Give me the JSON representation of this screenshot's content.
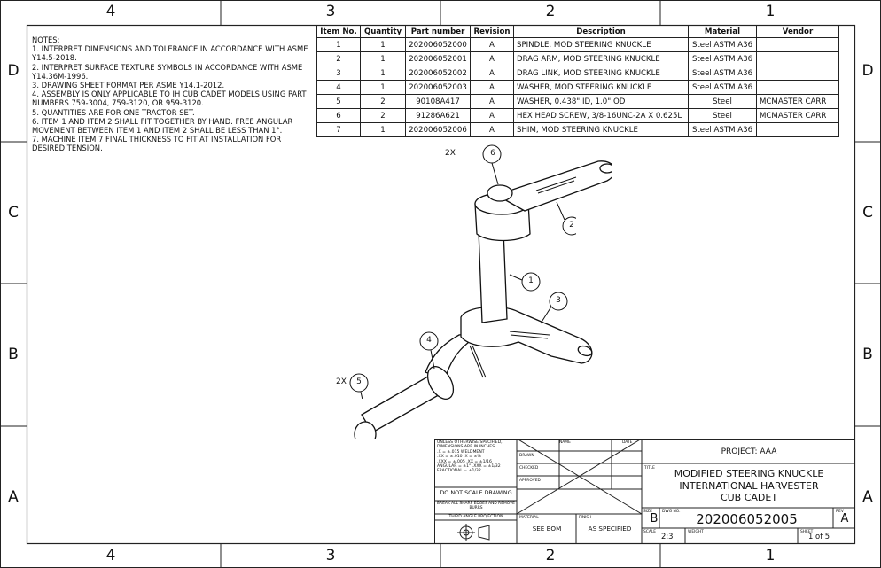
{
  "zones": {
    "columns": [
      "4",
      "3",
      "2",
      "1"
    ],
    "rows": [
      "D",
      "C",
      "B",
      "A"
    ]
  },
  "notes": {
    "heading": "NOTES:",
    "items": [
      "1.    INTERPRET DIMENSIONS AND TOLERANCE IN ACCORDANCE WITH ASME Y14.5-2018.",
      "2.    INTERPRET SURFACE TEXTURE SYMBOLS IN ACCORDANCE WITH ASME Y14.36M-1996.",
      "3.    DRAWING SHEET FORMAT PER ASME Y14.1-2012.",
      "4.    ASSEMBLY IS ONLY APPLICABLE TO IH CUB CADET MODELS USING PART NUMBERS 759-3004, 759-3120, OR 959-3120.",
      "5.    QUANTITIES ARE FOR ONE TRACTOR SET.",
      "6.    ITEM 1 AND ITEM 2 SHALL FIT TOGETHER BY HAND. FREE ANGULAR MOVEMENT BETWEEN ITEM 1 AND ITEM 2 SHALL BE LESS THAN 1°.",
      "7.    MACHINE ITEM 7 FINAL THICKNESS TO FIT AT INSTALLATION FOR DESIRED TENSION."
    ]
  },
  "bom": {
    "headers": [
      "Item No.",
      "Quantity",
      "Part number",
      "Revision",
      "Description",
      "Material",
      "Vendor"
    ],
    "rows": [
      [
        "1",
        "1",
        "202006052000",
        "A",
        "SPINDLE, MOD STEERING KNUCKLE",
        "Steel ASTM A36",
        ""
      ],
      [
        "2",
        "1",
        "202006052001",
        "A",
        "DRAG ARM, MOD STEERING KNUCKLE",
        "Steel ASTM A36",
        ""
      ],
      [
        "3",
        "1",
        "202006052002",
        "A",
        "DRAG LINK, MOD STEERING KNUCKLE",
        "Steel ASTM A36",
        ""
      ],
      [
        "4",
        "1",
        "202006052003",
        "A",
        "WASHER, MOD STEERING KNUCKLE",
        "Steel ASTM A36",
        ""
      ],
      [
        "5",
        "2",
        "90108A417",
        "A",
        "WASHER, 0.438\" ID, 1.0\" OD",
        "Steel",
        "MCMASTER CARR"
      ],
      [
        "6",
        "2",
        "91286A621",
        "A",
        "HEX HEAD SCREW, 3/8-16UNC-2A X 0.625L",
        "Steel",
        "MCMASTER CARR"
      ],
      [
        "7",
        "1",
        "202006052006",
        "A",
        "SHIM, MOD STEERING KNUCKLE",
        "Steel ASTM A36",
        ""
      ]
    ]
  },
  "balloons": {
    "b1": "1",
    "b2": "2",
    "b3": "3",
    "b4": "4",
    "b5": "5",
    "b6": "6",
    "qty5": "2X",
    "qty6": "2X"
  },
  "title_block": {
    "tol_lines": [
      "UNLESS OTHERWISE SPECIFIED,",
      "DIMENSIONS ARE IN INCHES",
      ".X = ±.015          WELDMENT",
      ".XX = ±.010          .X = ±⅛",
      ".XXX = ±.005         .XX = ±1/16",
      "ANGULAR = ±1°       .XXX = ±1/32",
      "FRACTIONAL = ±1/32"
    ],
    "sign_labels": [
      "DRAWN",
      "CHECKED",
      "APPROVED"
    ],
    "name_label": "NAME",
    "date_label": "DATE",
    "no_scale": "DO NOT SCALE DRAWING",
    "break_edges": "BREAK ALL SHARP EDGES AND REMOVE BURRS",
    "projection": "THIRD ANGLE PROJECTION",
    "material_label": "MATERIAL",
    "material": "SEE BOM",
    "finish_label": "FINISH",
    "finish": "AS SPECIFIED",
    "project": "PROJECT: AAA",
    "title_label": "TITLE",
    "title_lines": [
      "MODIFIED STEERING KNUCKLE",
      "INTERNATIONAL HARVESTER",
      "CUB CADET"
    ],
    "size_label": "SIZE",
    "size": "B",
    "dwg_label": "DWG NO.",
    "dwg_no": "202006052005",
    "rev_label": "REV",
    "rev": "A",
    "scale_label": "SCALE",
    "scale": "2:3",
    "weight_label": "WEIGHT",
    "sheet_label": "SHEET",
    "sheet": "1 of 5"
  }
}
